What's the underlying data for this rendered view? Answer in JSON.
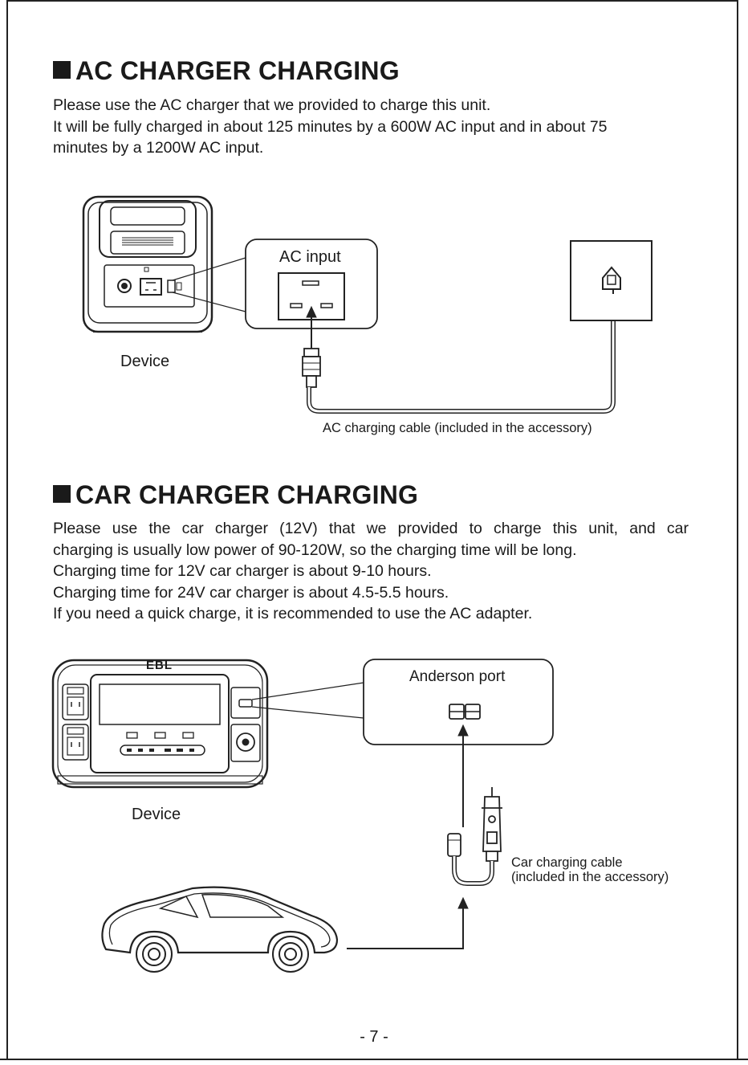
{
  "ac_section": {
    "title": "AC CHARGER CHARGING",
    "lines": [
      "Please use the AC charger that we provided to charge this unit.",
      "It will be fully charged in about 125 minutes by a 600W AC input and in about 75",
      "minutes by a 1200W AC input."
    ],
    "labels": {
      "input": "AC input",
      "device": "Device",
      "cable": "AC charging cable (included in the accessory)"
    }
  },
  "car_section": {
    "title": "CAR CHARGER CHARGING",
    "lines": [
      "Please use the car charger (12V) that we provided to charge this unit, and car",
      "charging is usually low power of 90-120W, so the charging time will be long.",
      "Charging time for 12V car charger is about 9-10 hours.",
      "Charging time for 24V car charger is about 4.5-5.5 hours.",
      "If you need a quick charge, it is recommended to use the AC adapter."
    ],
    "labels": {
      "port": "Anderson port",
      "device": "Device",
      "cable_line1": "Car charging cable",
      "cable_line2": "(included in the accessory)"
    }
  },
  "brand": "EBL",
  "page_number": "- 7 -"
}
